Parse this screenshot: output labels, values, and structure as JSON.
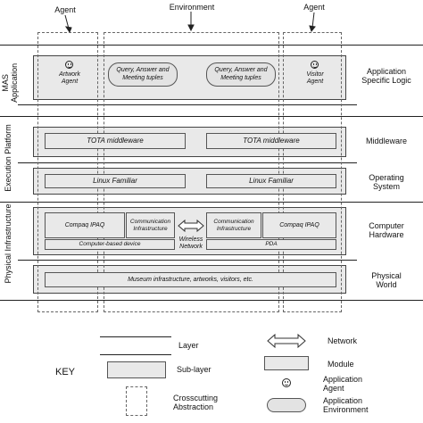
{
  "top_labels": {
    "agent_left": "Agent",
    "environment": "Environment",
    "agent_right": "Agent"
  },
  "side_labels": {
    "mas_application": "MAS\nApplication",
    "execution_platform": "Execution Platform",
    "physical_infrastructure": "Physical Infrastructure"
  },
  "right_labels": {
    "application_logic": "Application\nSpecific Logic",
    "middleware": "Middleware",
    "operating_system": "Operating\nSystem",
    "computer_hardware": "Computer\nHardware",
    "physical_world": "Physical\nWorld"
  },
  "mas": {
    "artwork_agent": "Artwork\nAgent",
    "tuples_left": "Query, Answer and\nMeeting tuples",
    "tuples_right": "Query, Answer and\nMeeting tuples",
    "visitor_agent": "Visitor\nAgent"
  },
  "middleware": {
    "left": "TOTA middleware",
    "right": "TOTA middleware"
  },
  "os": {
    "left": "Linux Familiar",
    "right": "Linux Familiar"
  },
  "hardware": {
    "compaq_left": "Compaq IPAQ",
    "comm_left": "Communication\nInfrastructure",
    "computer_based_device": "Computer-based device",
    "wireless_network": "Wireless\nNetwork",
    "comm_right": "Communication\nInfrastructure",
    "compaq_right": "Compaq IPAQ",
    "pda": "PDA"
  },
  "physical": {
    "museum": "Museum infrastructure, artworks, visitors, etc."
  },
  "key": {
    "title": "KEY",
    "layer": "Layer",
    "sub_layer": "Sub-layer",
    "crosscutting": "Crosscutting\nAbstraction",
    "network": "Network",
    "module": "Module",
    "application_agent": "Application\nAgent",
    "application_environment": "Application\nEnvironment"
  }
}
